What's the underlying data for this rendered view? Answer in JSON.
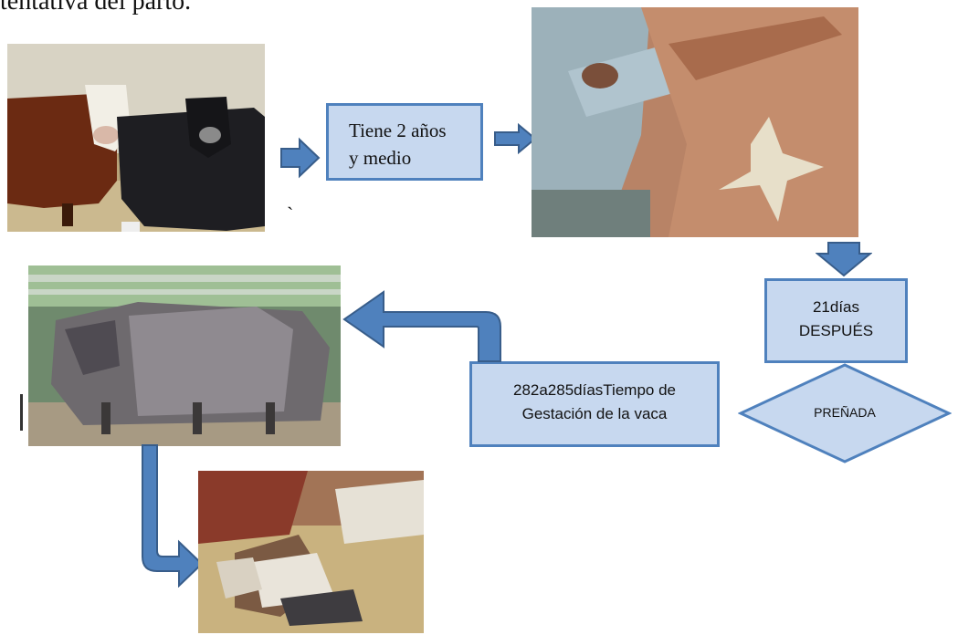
{
  "header": {
    "partial_text": "tentativa del parto."
  },
  "images": [
    {
      "id": "cows",
      "description_icon": "cows-photo"
    },
    {
      "id": "inspection",
      "description_icon": "cow-flank-photo"
    },
    {
      "id": "herd",
      "description_icon": "gray-cattle-herd-photo"
    },
    {
      "id": "calving",
      "description_icon": "calving-photo"
    }
  ],
  "nodes": {
    "age_box": {
      "line1": "Tiene 2 años",
      "line2": "y medio"
    },
    "days_box": {
      "line1": "21días",
      "line2": "DESPUÉS"
    },
    "diamond": {
      "label": "PREÑADA"
    },
    "gestation_box": {
      "line1": "282a285díasTiempo de",
      "line2": "Gestación de la vaca"
    },
    "backtick": "`"
  },
  "colors": {
    "arrow_fill": "#4f81bd",
    "arrow_stroke": "#385d8a",
    "box_fill": "#c7d8ef",
    "box_border": "#4f81bd"
  }
}
